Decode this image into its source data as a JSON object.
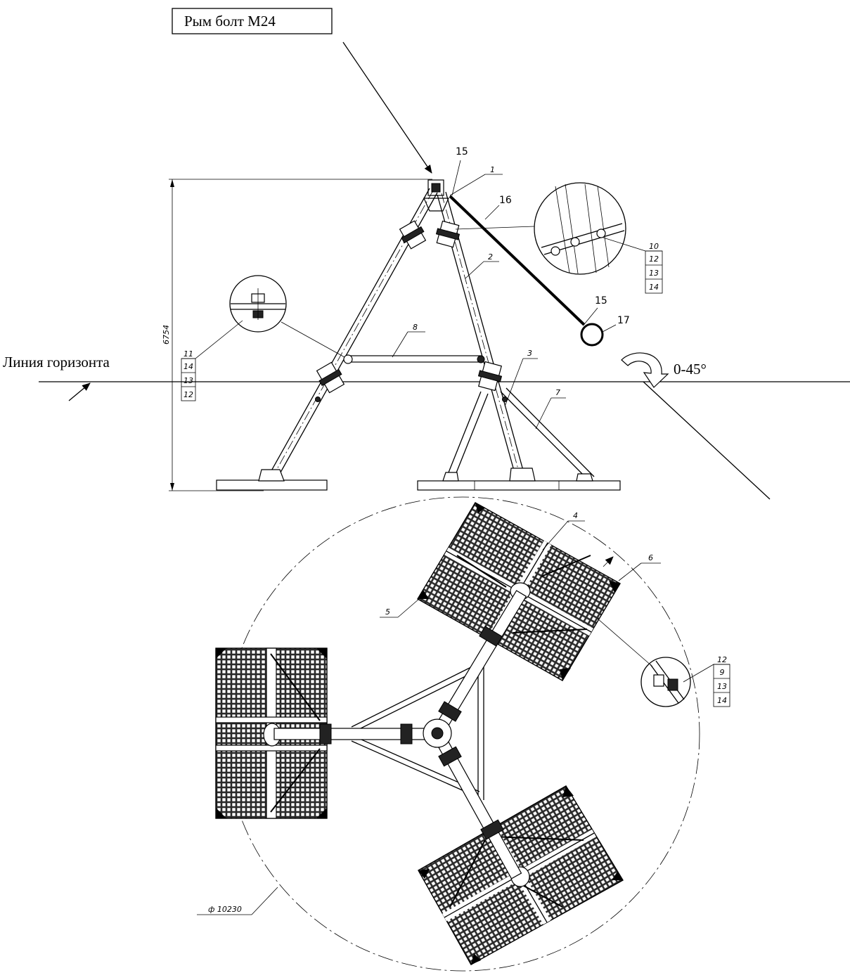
{
  "callout": {
    "text": "Рым болт М24"
  },
  "horizon": {
    "label": "Линия горизонта",
    "angle": "0-45°"
  },
  "dimensions": {
    "height": "6754",
    "diameter": "ф 10230"
  },
  "parts": {
    "p15_top": "15",
    "p1": "1",
    "p16": "16",
    "p2": "2",
    "p15_ring": "15",
    "p17": "17",
    "p8": "8",
    "p3": "3",
    "p7": "7",
    "p4": "4",
    "p6": "6",
    "p5": "5"
  },
  "tables": {
    "detail_top": [
      "10",
      "12",
      "13",
      "14"
    ],
    "detail_left": [
      "11",
      "14",
      "13",
      "12"
    ],
    "detail_bottom": [
      "12",
      "9",
      "13",
      "14"
    ]
  }
}
